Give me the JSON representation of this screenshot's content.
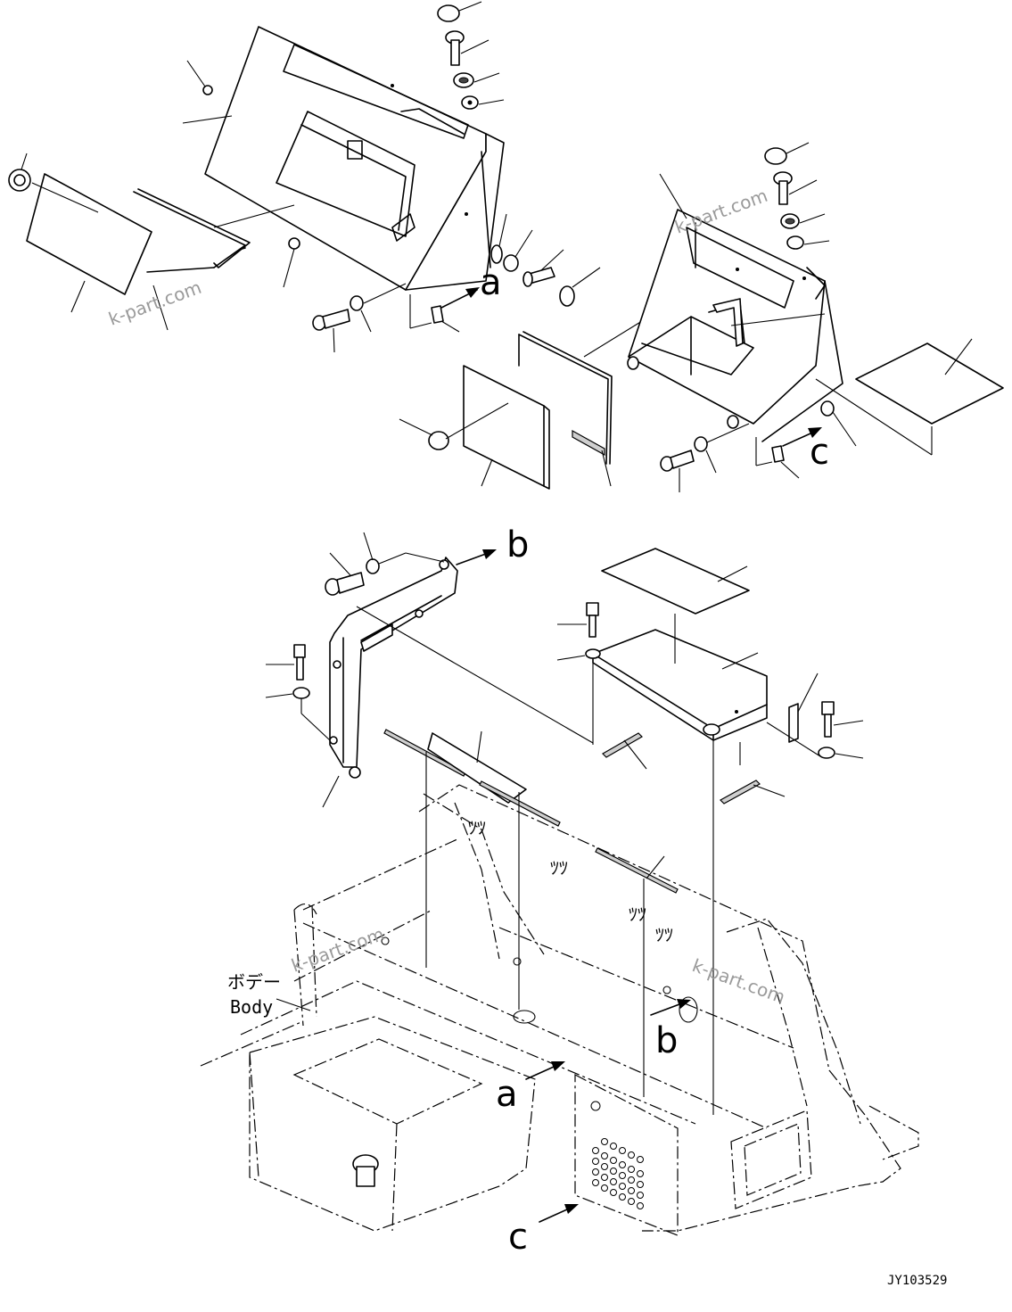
{
  "callouts": {
    "a_top": "a",
    "c_top": "c",
    "b_mid": "b",
    "b_body": "b",
    "a_body": "a",
    "c_body": "c"
  },
  "body_label": {
    "japanese": "ボデー",
    "english": "Body"
  },
  "watermark": "k-part.com",
  "drawing_number": "JY103529"
}
